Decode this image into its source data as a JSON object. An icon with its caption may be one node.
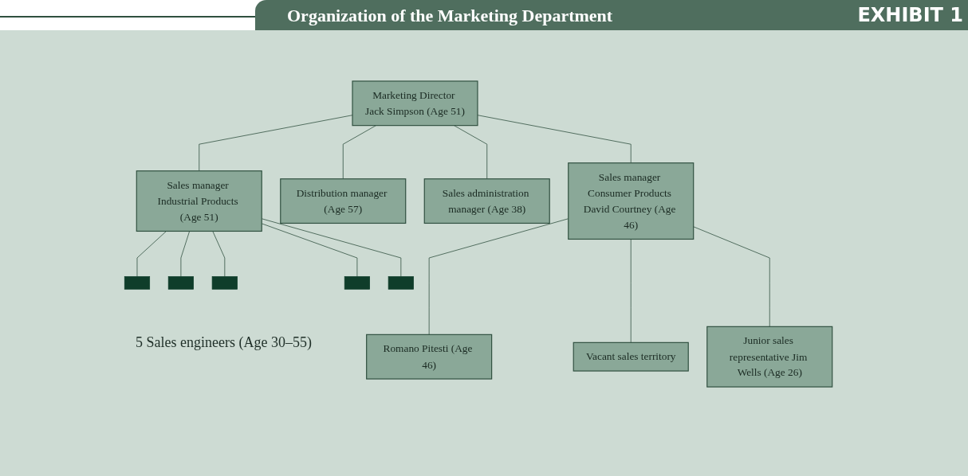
{
  "diagram": {
    "title": "Organization of the Marketing Department",
    "nodes": [
      {
        "text": [
          "Marketing Director Jack Simpson (Age 51)"
        ]
      },
      {
        "text": [
          "Sales manager Industrial Products (Age 51)"
        ]
      },
      {
        "text": [
          "Distribution manager (Age 57)"
        ]
      },
      {
        "text": [
          "Sales administration manager (Age 38)"
        ]
      },
      {
        "text": [
          "Sales manager Consumer Products David Courtney (Age 46)"
        ]
      },
      {
        "text": [],
        "shape": "bar"
      },
      {
        "text": [],
        "shape": "bar"
      },
      {
        "text": [],
        "shape": "bar"
      },
      {
        "text": [],
        "shape": "bar"
      },
      {
        "text": [],
        "shape": "bar"
      },
      {
        "text": [
          "Romano Pitesti (Age 46)"
        ]
      },
      {
        "text": [
          "Vacant sales territory"
        ]
      },
      {
        "text": [
          "Junior sales representative Jim Wells (Age 26)"
        ]
      }
    ],
    "edges": [
      {
        "from": 0,
        "to": 1,
        "arrow": "none"
      },
      {
        "from": 0,
        "to": 2,
        "arrow": "none"
      },
      {
        "from": 0,
        "to": 3,
        "arrow": "none"
      },
      {
        "from": 0,
        "to": 4,
        "arrow": "none"
      },
      {
        "from": 1,
        "to": 5,
        "arrow": "none"
      },
      {
        "from": 1,
        "to": 6,
        "arrow": "none"
      },
      {
        "from": 1,
        "to": 7,
        "arrow": "none"
      },
      {
        "from": 1,
        "to": 8,
        "arrow": "none"
      },
      {
        "from": 1,
        "to": 9,
        "arrow": "none"
      },
      {
        "from": 4,
        "to": 10,
        "arrow": "none"
      },
      {
        "from": 4,
        "to": 11,
        "arrow": "none"
      },
      {
        "from": 4,
        "to": 12,
        "arrow": "none"
      }
    ],
    "labels": [
      "EXHIBIT 1",
      "5 Sales engineers (Age 30–55)"
    ]
  }
}
